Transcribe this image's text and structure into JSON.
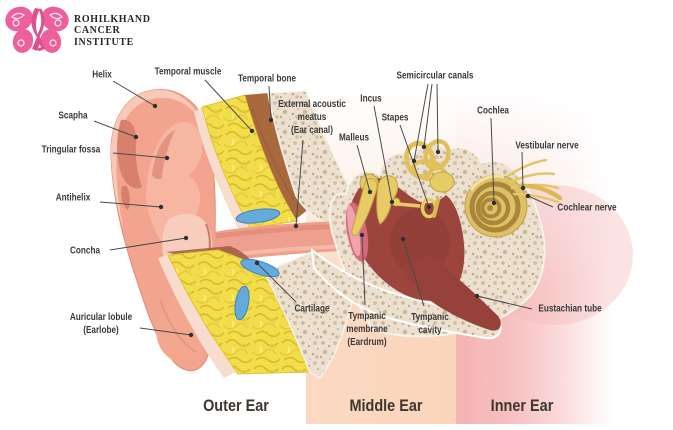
{
  "logo": {
    "icon": "butterfly-ribbon-icon",
    "name_line1": "ROHILKHAND",
    "name_line2": "CANCER",
    "name_line3": "INSTITUTE",
    "brand_pink": "#ee609c"
  },
  "diagram": {
    "type": "human-ear-anatomy-cross-section",
    "labels": {
      "helix": "Helix",
      "scapha": "Scapha",
      "triangular_fossa": "Tringular fossa",
      "antihelix": "Antihelix",
      "concha": "Concha",
      "auricular_lobule": "Auricular lobule\n(Earlobe)",
      "temporal_muscle": "Temporal muscle",
      "temporal_bone": "Temporal bone",
      "external_acoustic_meatus": "External acoustic\nmeatus\n(Ear canal)",
      "malleus": "Malleus",
      "incus": "Incus",
      "stapes": "Stapes",
      "semicircular_canals": "Semicircular canals",
      "cochlea": "Cochlea",
      "vestibular_nerve": "Vestibular nerve",
      "cochlear_nerve": "Cochlear nerve",
      "eustachian_tube": "Eustachian tube",
      "cartilage": "Cartilage",
      "tympanic_membrane": "Tympanic\nmembrane\n(Eardrum)",
      "tympanic_cavity": "Tympanic\ncavity"
    },
    "regions": {
      "outer_ear": "Outer Ear",
      "middle_ear": "Middle Ear",
      "inner_ear": "Inner Ear"
    },
    "colors": {
      "outer_band": "#f8eca6",
      "middle_band": "#fbd9c2",
      "inner_band": "#f5b2b2",
      "bone_speckle": "#ece1d0",
      "tympanic_cavity_red": "#9c453c",
      "ossicle_gold": "#e7cb67",
      "skin_pink": "#f2a48f",
      "fat_yellow": "#f2dd4d",
      "cartilage_blue": "#64aadd"
    }
  }
}
